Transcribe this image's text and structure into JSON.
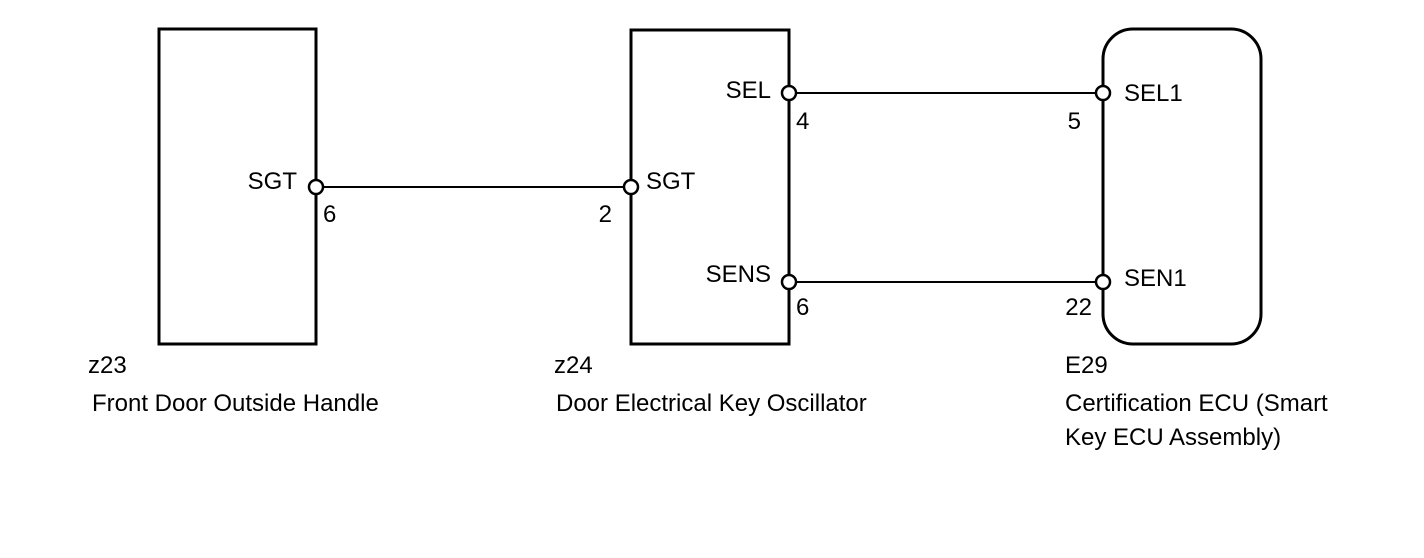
{
  "components": {
    "z23": {
      "code": "z23",
      "name": "Front Door Outside Handle",
      "pins": {
        "sgt": {
          "label": "SGT",
          "number": "6"
        }
      }
    },
    "z24": {
      "code": "z24",
      "name": "Door Electrical Key Oscillator",
      "pins": {
        "sgt": {
          "label": "SGT",
          "number": "2"
        },
        "sel": {
          "label": "SEL",
          "number": "4"
        },
        "sens": {
          "label": "SENS",
          "number": "6"
        }
      }
    },
    "e29": {
      "code": "E29",
      "name_line1": "Certification ECU (Smart",
      "name_line2": "Key ECU Assembly)",
      "pins": {
        "sel1": {
          "label": "SEL1",
          "number": "5"
        },
        "sen1": {
          "label": "SEN1",
          "number": "22"
        }
      }
    }
  },
  "connections": [
    {
      "from": "z23.SGT",
      "to": "z24.SGT"
    },
    {
      "from": "z24.SEL",
      "to": "E29.SEL1"
    },
    {
      "from": "z24.SENS",
      "to": "E29.SEN1"
    }
  ]
}
